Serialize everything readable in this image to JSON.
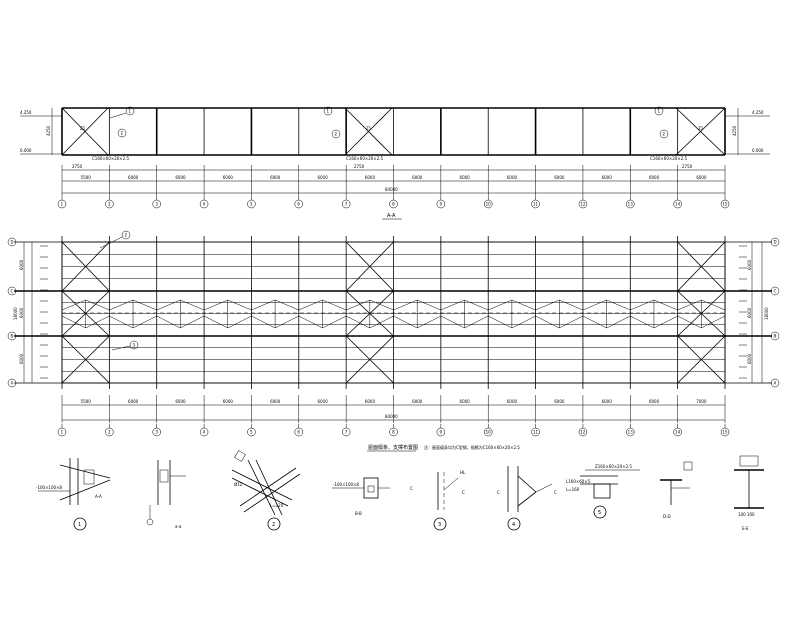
{
  "elevation": {
    "levels_left": [
      "4.250",
      "0.000"
    ],
    "levels_right": [
      "4.250",
      "0.000"
    ],
    "height_dims": [
      "4250",
      "4250"
    ],
    "brace_tags": [
      "Z1",
      "Z1",
      "Z1"
    ],
    "section_labels": [
      "C160×60×20×2.5",
      "C160×60×20×2.5",
      "C160×60×20×2.5"
    ],
    "sub_dims": [
      "2750",
      "2750",
      "2750"
    ],
    "bay_dims": [
      "5500",
      "6000",
      "6000",
      "6000",
      "6000",
      "6000",
      "6000",
      "6000",
      "6000",
      "6000",
      "6000",
      "6000",
      "6000",
      "6000",
      "7000"
    ],
    "total": "84000",
    "title": "A-A",
    "detail_refs": [
      "1",
      "2",
      "1",
      "2",
      "1",
      "2"
    ]
  },
  "plan": {
    "row_axes": [
      "D",
      "C",
      "B",
      "A"
    ],
    "left_dims": [
      "6000",
      "6000",
      "6000"
    ],
    "left_total": "18000",
    "right_dims": [
      "6000",
      "6000",
      "6000"
    ],
    "right_total": "18000",
    "bay_dims": [
      "5500",
      "6000",
      "6000",
      "6000",
      "6000",
      "6000",
      "6000",
      "6000",
      "6000",
      "6000",
      "6000",
      "6000",
      "6000",
      "7000"
    ],
    "total": "84000",
    "title": "屋面檩条、支撑布置图",
    "note": "注：屋面檩条均为C型钢，规格为C160×60×20×2.5",
    "callouts": [
      "2",
      "3"
    ]
  },
  "col_axes": [
    "1",
    "2",
    "3",
    "4",
    "5",
    "6",
    "7",
    "8",
    "9",
    "10",
    "11",
    "12",
    "13",
    "14",
    "15"
  ],
  "details": {
    "d1": {
      "num": "1",
      "label": "-100×100×8",
      "sub": "A-A"
    },
    "d1b": {
      "label": "a-a"
    },
    "d2": {
      "num": "2",
      "label": "L=120",
      "tag": "Ø12"
    },
    "dB": {
      "label": "-100×100×8",
      "sub": "B-B"
    },
    "d3": {
      "num": "3",
      "label": "C",
      "tag": "HL"
    },
    "d4": {
      "num": "4",
      "label": "C"
    },
    "d5": {
      "num": "5",
      "label": "L160×60×5",
      "label2": "L=160",
      "tag": "Z160×60×20×2.5"
    },
    "dD": {
      "sub": "D-D"
    },
    "dE": {
      "sub": "E-E",
      "label": "100 100"
    }
  }
}
